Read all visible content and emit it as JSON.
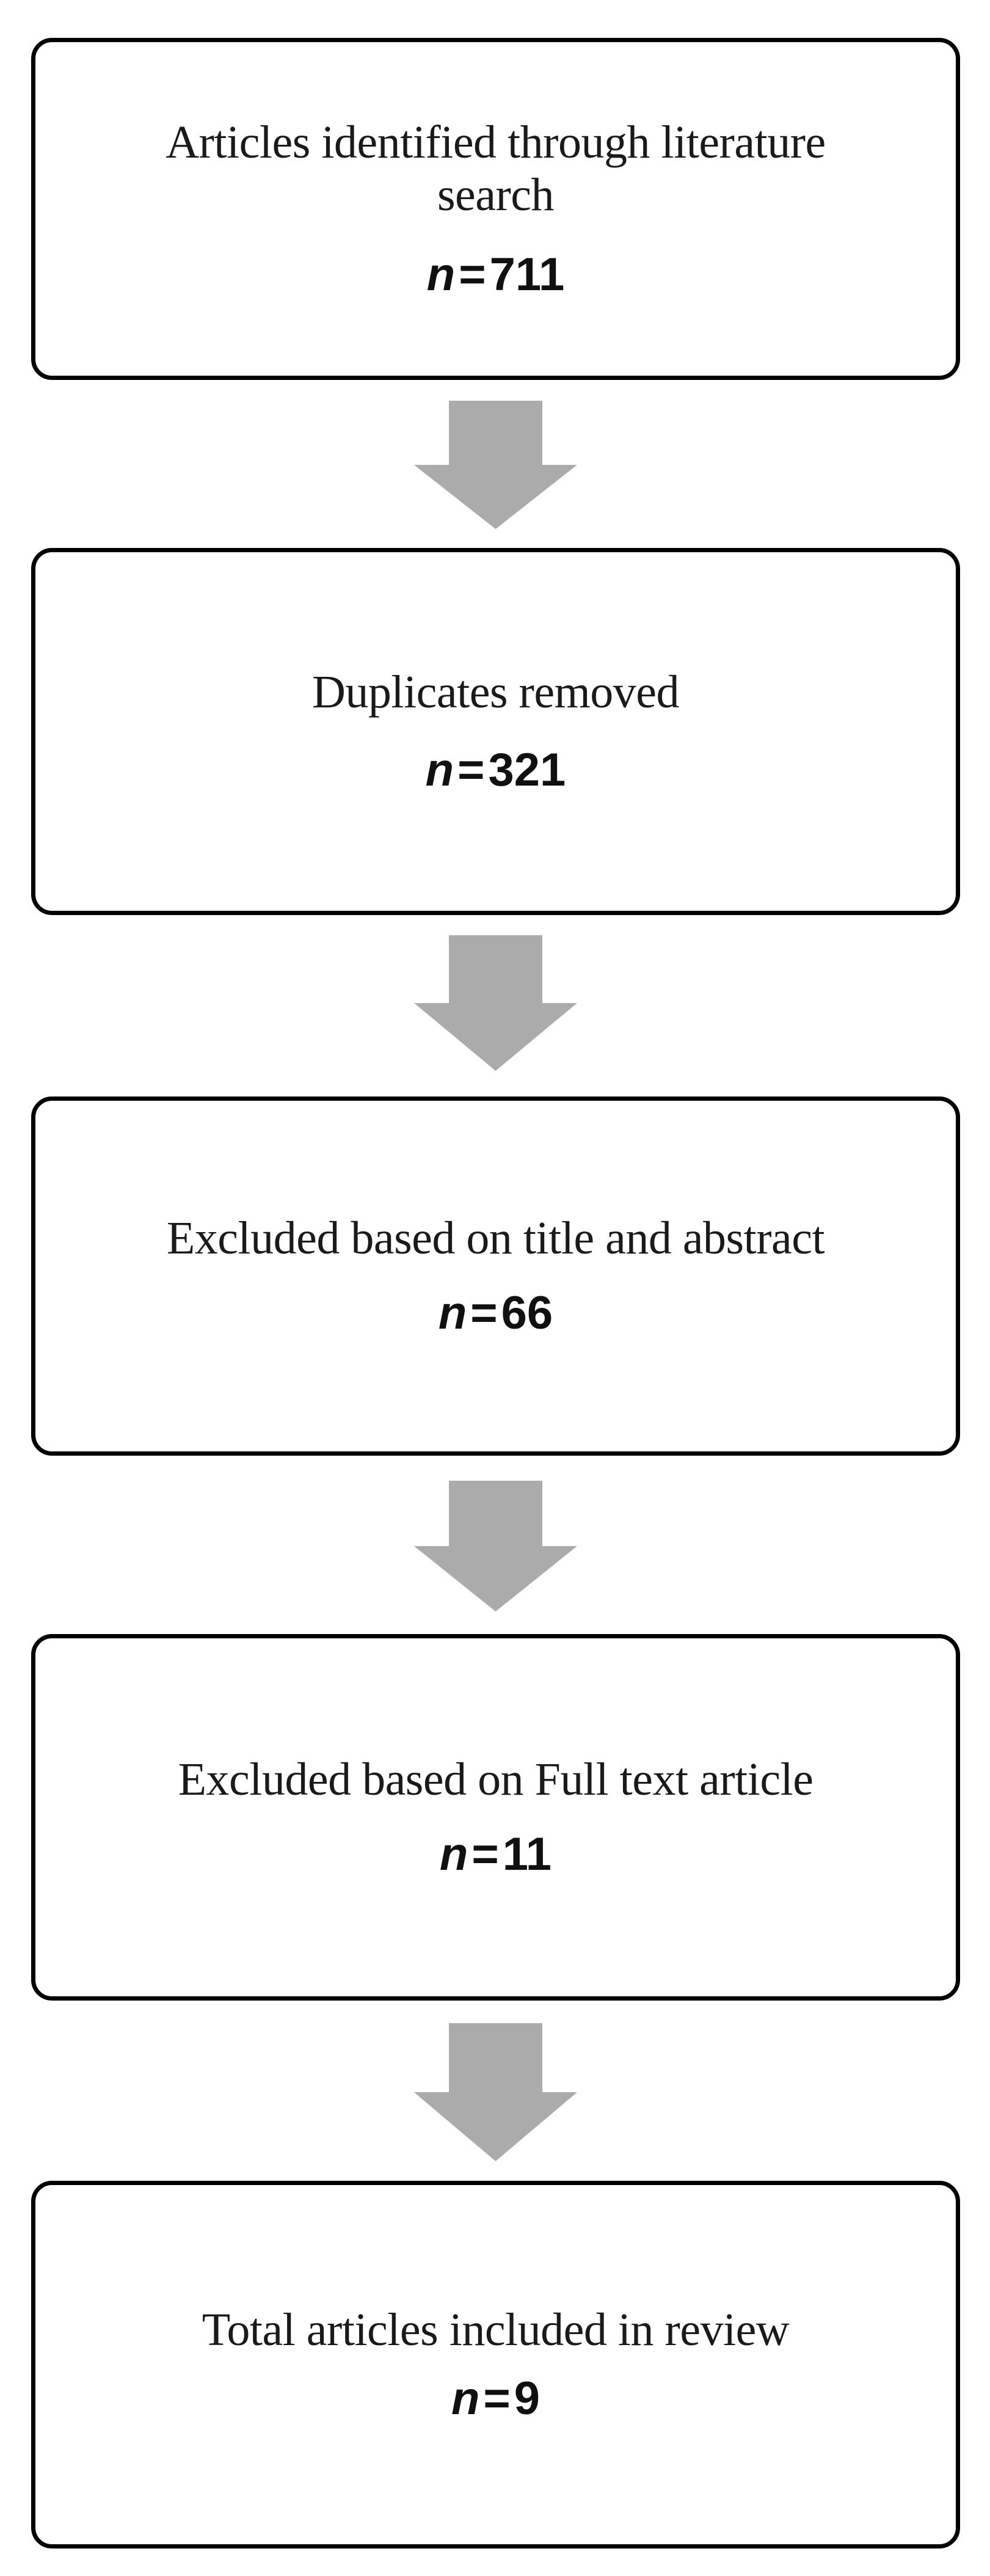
{
  "diagram": {
    "type": "prisma-flow-diagram",
    "orientation": "vertical",
    "node_count": 5,
    "arrow_count": 4,
    "colors": {
      "box_border": "#000000",
      "box_fill": "#ffffff",
      "arrow_fill": "#ababab",
      "text": "#1a1a1a",
      "background": "#ffffff"
    }
  },
  "nodes": [
    {
      "id": "identified",
      "label": "Articles identified through literature search",
      "n_symbol": "n",
      "equals": "=",
      "count": "711"
    },
    {
      "id": "duplicates-removed",
      "label": "Duplicates removed",
      "n_symbol": "n",
      "equals": "=",
      "count": "321"
    },
    {
      "id": "excluded-title-abstract",
      "label": "Excluded based on title and abstract",
      "n_symbol": "n",
      "equals": "=",
      "count": "66"
    },
    {
      "id": "excluded-full-text",
      "label": "Excluded based on Full text article",
      "n_symbol": "n",
      "equals": "=",
      "count": "11"
    },
    {
      "id": "included",
      "label": "Total articles included in review",
      "n_symbol": "n",
      "equals": "=",
      "count": "9"
    }
  ],
  "arrows": [
    {
      "id": "arrow-1",
      "from": "identified",
      "to": "duplicates-removed",
      "direction": "down"
    },
    {
      "id": "arrow-2",
      "from": "duplicates-removed",
      "to": "excluded-title-abstract",
      "direction": "down"
    },
    {
      "id": "arrow-3",
      "from": "excluded-title-abstract",
      "to": "excluded-full-text",
      "direction": "down"
    },
    {
      "id": "arrow-4",
      "from": "excluded-full-text",
      "to": "included",
      "direction": "down"
    }
  ]
}
